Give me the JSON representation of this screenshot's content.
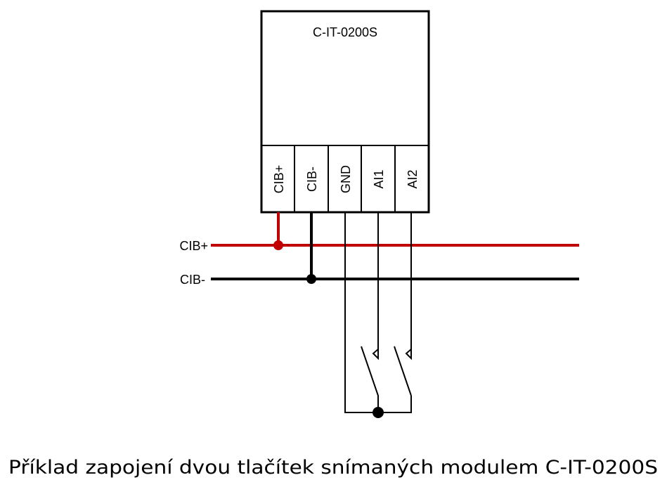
{
  "module": {
    "name": "C-IT-0200S",
    "terminals": [
      "CIB+",
      "CIB-",
      "GND",
      "AI1",
      "AI2"
    ]
  },
  "bus": {
    "plus_label": "CIB+",
    "minus_label": "CIB-",
    "plus_color": "#c00000",
    "minus_color": "#000000"
  },
  "caption": "Příklad zapojení dvou tlačítek snímaných modulem C-IT-0200S"
}
